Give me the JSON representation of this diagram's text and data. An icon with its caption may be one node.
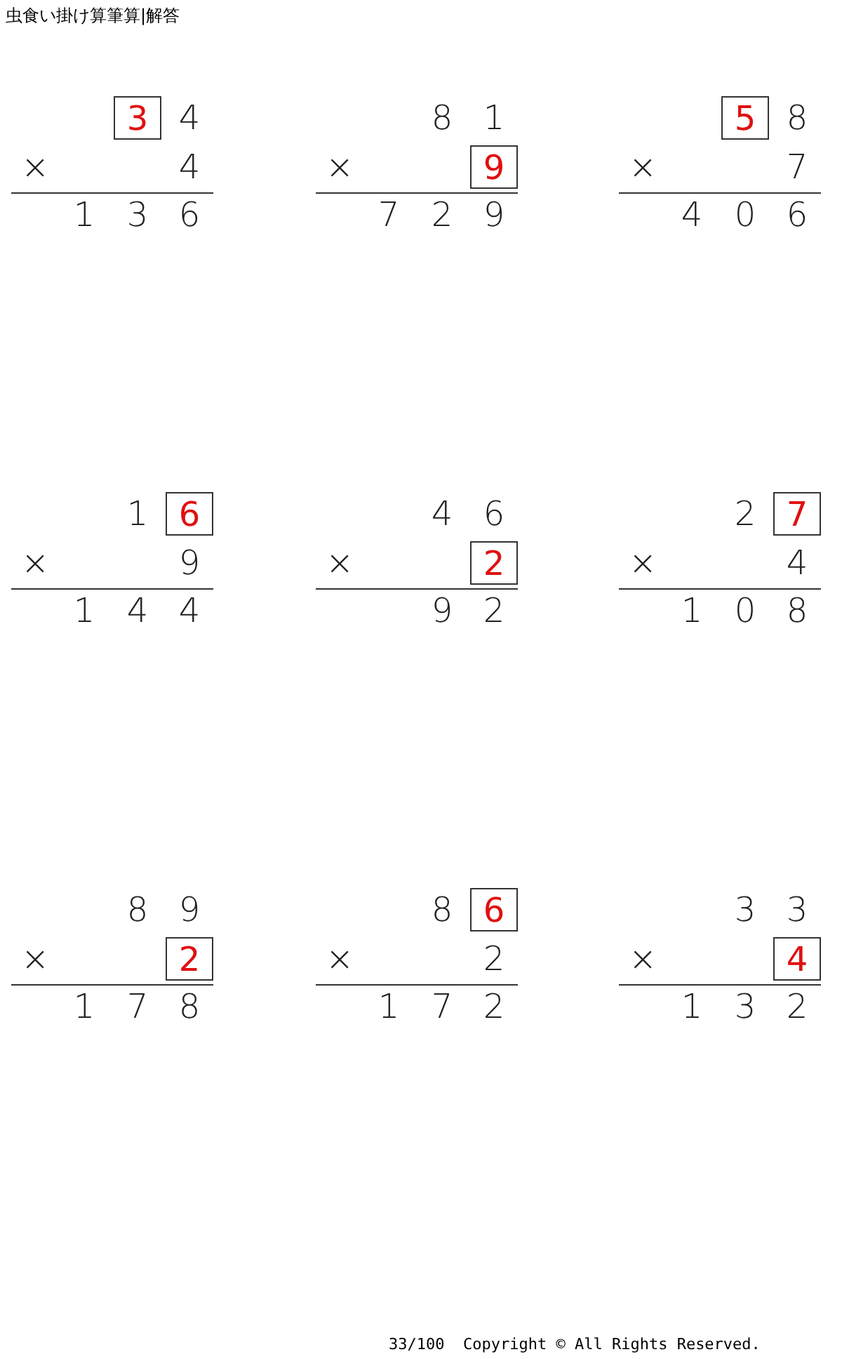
{
  "diagram": {
    "title": "虫食い掛け算筆算|解答",
    "nodes": [
      {
        "text": [
          "3"
        ]
      },
      {
        "text": [
          "9"
        ]
      },
      {
        "text": [
          "5"
        ]
      },
      {
        "text": [
          "6"
        ]
      },
      {
        "text": [
          "2"
        ]
      },
      {
        "text": [
          "7"
        ]
      },
      {
        "text": [
          "2"
        ]
      },
      {
        "text": [
          "6"
        ]
      },
      {
        "text": [
          "4"
        ]
      }
    ],
    "labels": [
      "4",
      "×",
      "4",
      "1",
      "3",
      "6",
      "8",
      "1",
      "×",
      "7",
      "2",
      "9",
      "8",
      "×",
      "7",
      "4",
      "0",
      "6",
      "1",
      "×",
      "9",
      "1",
      "4",
      "4",
      "4",
      "6",
      "×",
      "9",
      "2",
      "2",
      "×",
      "4",
      "1",
      "0",
      "8",
      "8",
      "9",
      "×",
      "1",
      "7",
      "8",
      "8",
      "×",
      "2",
      "1",
      "7",
      "2",
      "3",
      "3",
      "×",
      "1",
      "3",
      "2",
      "33/100",
      "Copyright © All Rights Reserved."
    ]
  }
}
